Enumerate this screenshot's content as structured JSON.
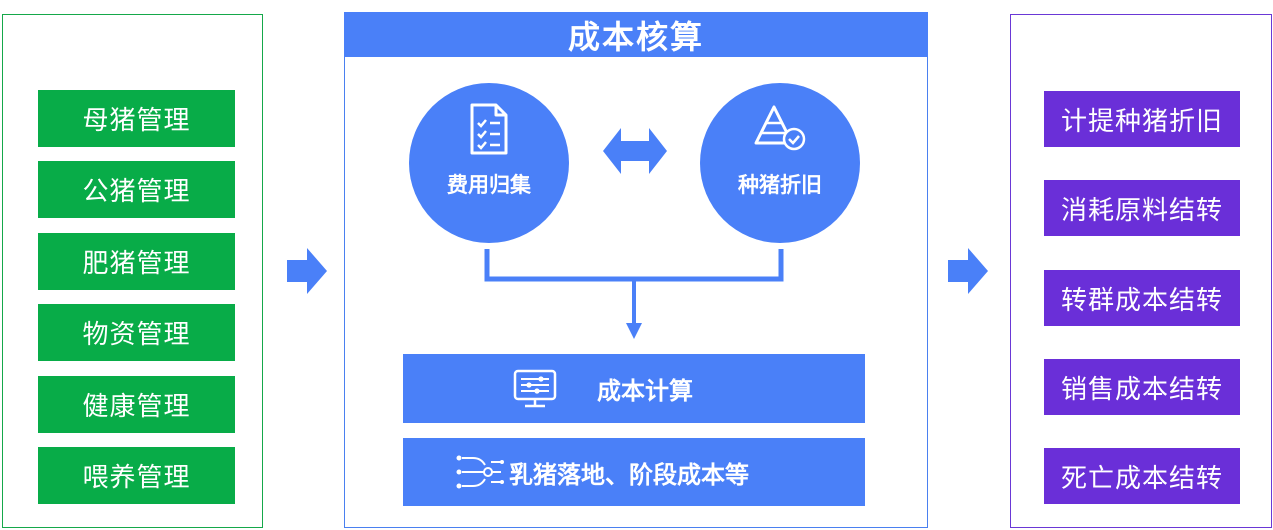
{
  "left_items": [
    "母猪管理",
    "公猪管理",
    "肥猪管理",
    "物资管理",
    "健康管理",
    "喂养管理"
  ],
  "center": {
    "title": "成本核算",
    "circles": [
      {
        "label": "费用归集",
        "icon": "document-checklist-icon"
      },
      {
        "label": "种猪折旧",
        "icon": "pyramid-check-icon"
      }
    ],
    "bars": [
      {
        "label": "成本计算",
        "icon": "monitor-sliders-icon"
      },
      {
        "label": "乳猪落地、阶段成本等",
        "icon": "circuit-network-icon"
      }
    ]
  },
  "right_items": [
    "计提种猪折旧",
    "消耗原料结转",
    "转群成本结转",
    "销售成本结转",
    "死亡成本结转"
  ],
  "colors": {
    "green": "#08ac48",
    "blue": "#4a80f8",
    "purple": "#6a2fd8"
  }
}
